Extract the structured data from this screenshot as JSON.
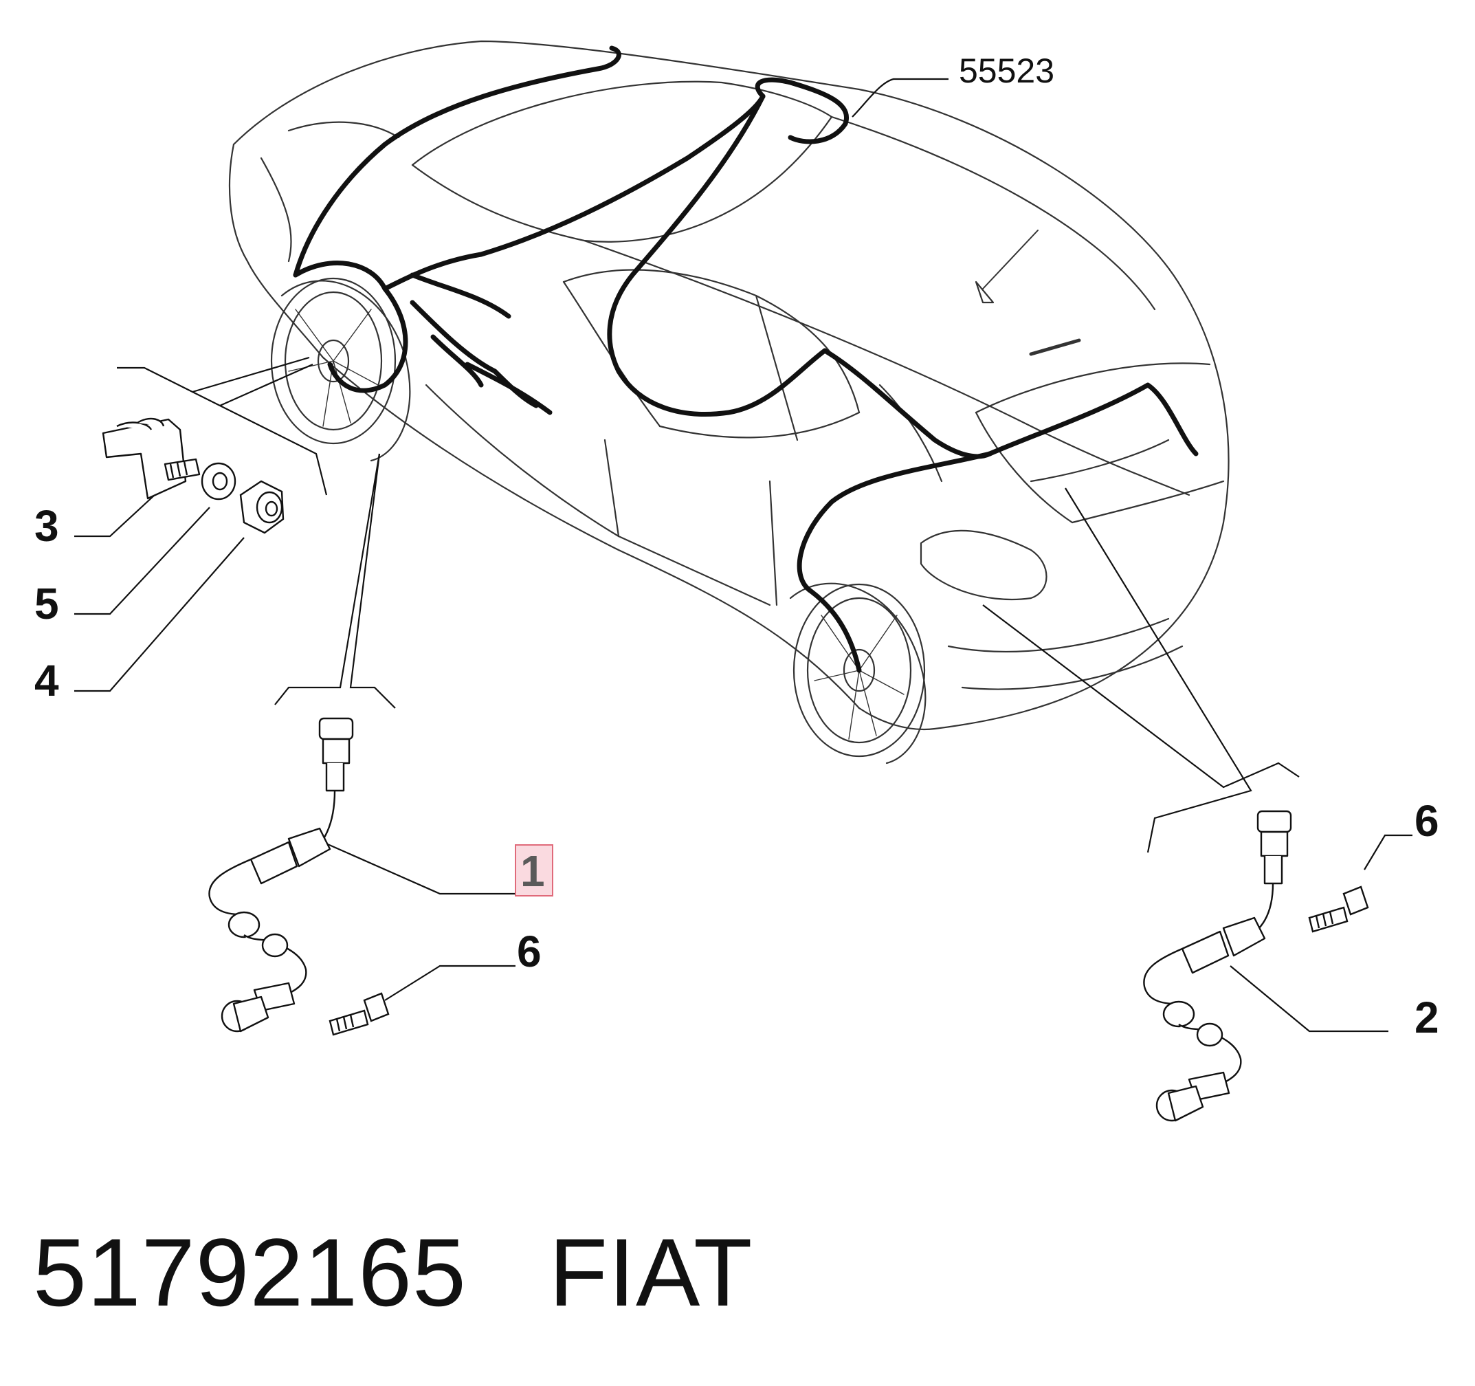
{
  "callouts": {
    "ref_55523": "55523",
    "c3": "3",
    "c5": "5",
    "c4": "4",
    "c1": "1",
    "c6_left": "6",
    "c6_right": "6",
    "c2": "2"
  },
  "caption": {
    "part_number": "51792165",
    "brand": "FIAT"
  },
  "colors": {
    "line": "#111111",
    "highlight_border": "#e06a7a",
    "highlight_fill": "#f5b0bb"
  }
}
